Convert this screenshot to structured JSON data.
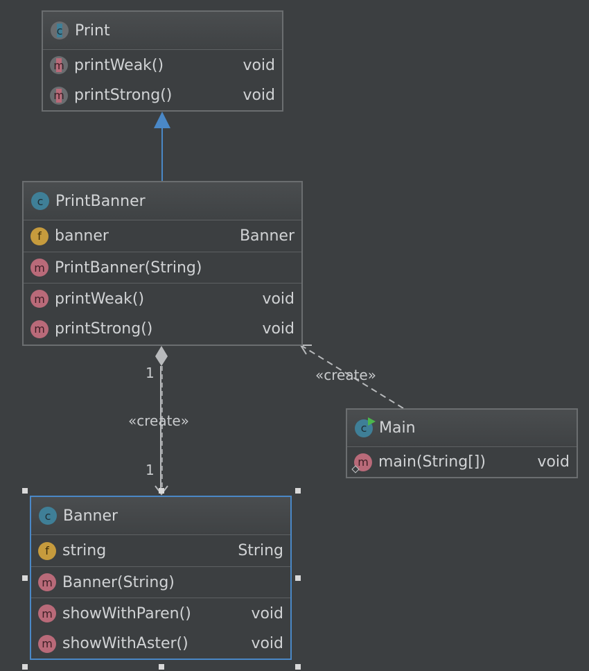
{
  "classes": {
    "print": {
      "name": "Print",
      "icon": "abstract-class-icon",
      "methods": [
        {
          "name": "printWeak()",
          "type": "void"
        },
        {
          "name": "printStrong()",
          "type": "void"
        }
      ]
    },
    "print_banner": {
      "name": "PrintBanner",
      "icon": "class-icon",
      "fields": [
        {
          "name": "banner",
          "type": "Banner"
        }
      ],
      "constructors": [
        {
          "name": "PrintBanner(String)"
        }
      ],
      "methods": [
        {
          "name": "printWeak()",
          "type": "void"
        },
        {
          "name": "printStrong()",
          "type": "void"
        }
      ]
    },
    "main": {
      "name": "Main",
      "icon": "runnable-class-icon",
      "methods": [
        {
          "name": "main(String[])",
          "type": "void"
        }
      ]
    },
    "banner": {
      "name": "Banner",
      "icon": "class-icon",
      "selected": true,
      "fields": [
        {
          "name": "string",
          "type": "String"
        }
      ],
      "constructors": [
        {
          "name": "Banner(String)"
        }
      ],
      "methods": [
        {
          "name": "showWithParen()",
          "type": "void"
        },
        {
          "name": "showWithAster()",
          "type": "void"
        }
      ]
    }
  },
  "relations": {
    "inheritance": {
      "from": "PrintBanner",
      "to": "Print"
    },
    "composition": {
      "from": "PrintBanner",
      "to": "Banner",
      "stereotype": "«create»",
      "source_multiplicity": "1",
      "target_multiplicity": "1"
    },
    "dependency": {
      "from": "Main",
      "to": "PrintBanner",
      "stereotype": "«create»"
    }
  },
  "icon_glyphs": {
    "class": "c",
    "method": "m",
    "field": "f"
  },
  "colors": {
    "background": "#3c3f41",
    "border": "#6b6e70",
    "selection": "#4a88c7",
    "inheritance_arrow": "#4a88c7",
    "class_icon": "#3f7f97",
    "method_icon": "#b96a79",
    "field_icon": "#c69b3d",
    "run_marker": "#4cb64c"
  }
}
